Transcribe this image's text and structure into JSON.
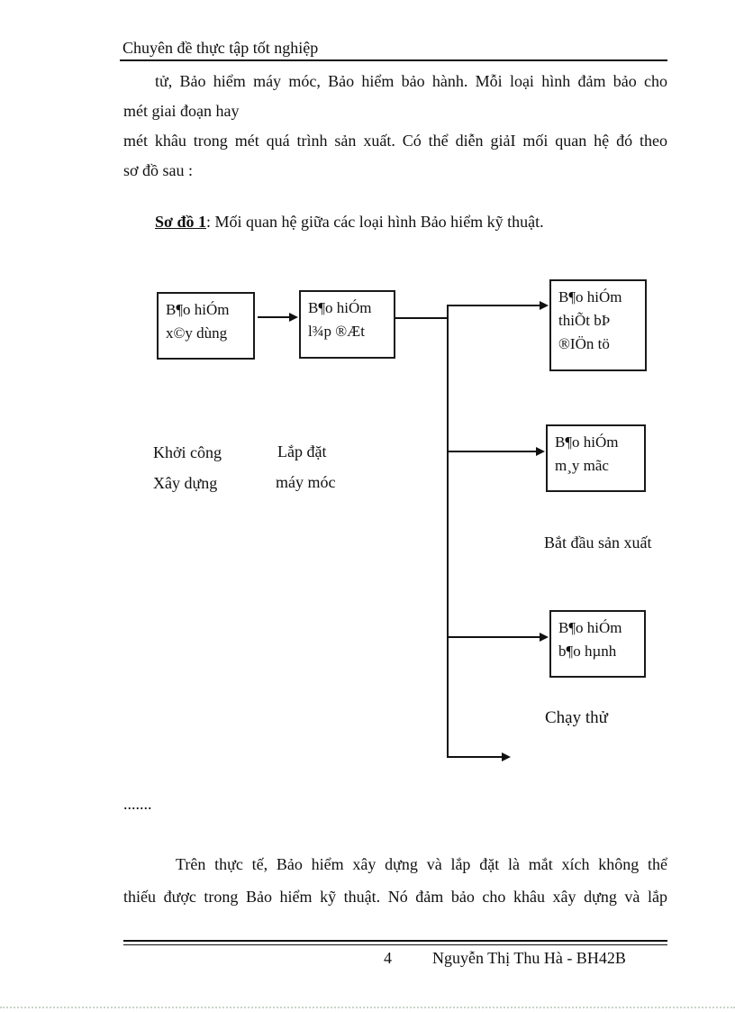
{
  "header": {
    "title": "Chuyên đề thực tập tốt nghiệp"
  },
  "intro": {
    "line1": "tử, Bảo hiểm máy móc, Bảo hiểm bảo hành. Mỗi loại hình đảm bảo cho",
    "line2": "mét giai đoạn hay",
    "line3": "mét khâu trong mét quá trình sản xuất. Có thể diễn giảI mối quan hệ đó theo",
    "line4": "sơ đồ sau :"
  },
  "caption": {
    "label": "Sơ đồ 1",
    "rest": ": Mối quan hệ giữa các loại hình Bảo hiểm kỹ thuật."
  },
  "diagram": {
    "boxes": [
      {
        "name": "bao-hiem-xay-dung",
        "lines": [
          "B¶o hiÓm",
          "x©y dùng"
        ]
      },
      {
        "name": "bao-hiem-lap-dat",
        "lines": [
          "B¶o hiÓm",
          "l¾p ®Æt"
        ]
      },
      {
        "name": "bao-hiem-thiet-bi-dien-tu",
        "lines": [
          "B¶o hiÓm",
          "thiÕt bÞ",
          "®IÖn tö"
        ]
      },
      {
        "name": "bao-hiem-may-moc",
        "lines": [
          "B¶o hiÓm",
          "m¸y mãc"
        ]
      },
      {
        "name": "bao-hiem-bao-hanh",
        "lines": [
          "B¶o hiÓm",
          "b¶o hµnh"
        ]
      }
    ],
    "labels": {
      "khoi_cong": "Khởi công",
      "xay_dung": "Xây dựng",
      "lap_dat": "Lắp đặt",
      "may_moc": "máy móc",
      "bat_dau_san_xuat": "Bắt đầu sản xuất",
      "chay_thu": "Chạy thử"
    }
  },
  "dots": ".......",
  "closing": {
    "line1": "Trên thực tế, Bảo hiểm xây dựng và lắp đặt là mắt xích không thể",
    "line2": "thiếu được trong Bảo hiểm kỹ thuật. Nó đảm bảo cho khâu xây dựng và lắp"
  },
  "footer": {
    "page_number": "4",
    "author": "Nguyễn Thị Thu Hà - BH42B"
  },
  "colors": {
    "ink": "#111111",
    "paper": "#ffffff"
  }
}
